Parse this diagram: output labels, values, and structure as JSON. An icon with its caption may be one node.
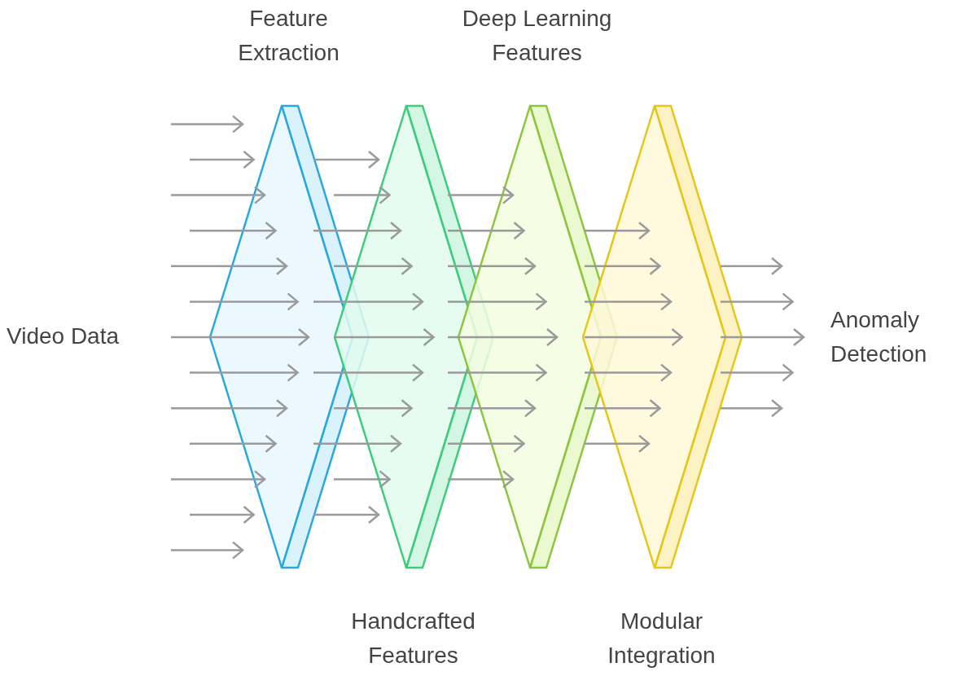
{
  "diagram": {
    "nodes": [
      {
        "text": [
          "Video Data"
        ]
      },
      {
        "text": [
          "Feature Extraction"
        ]
      },
      {
        "text": [
          "Handcrafted Features"
        ]
      },
      {
        "text": [
          "Deep Learning Features"
        ]
      },
      {
        "text": [
          "Modular Integration"
        ]
      },
      {
        "text": [
          "Anomaly Detection"
        ]
      }
    ],
    "edges": [
      {
        "from": null,
        "to": 1,
        "arrow": "to"
      },
      {
        "from": null,
        "to": 1,
        "arrow": "to"
      },
      {
        "from": null,
        "to": 1,
        "arrow": "to"
      },
      {
        "from": null,
        "to": 1,
        "arrow": "to"
      },
      {
        "from": null,
        "to": 1,
        "arrow": "to"
      },
      {
        "from": null,
        "to": 1,
        "arrow": "to"
      },
      {
        "from": null,
        "to": 1,
        "arrow": "to"
      },
      {
        "from": null,
        "to": 1,
        "arrow": "to"
      },
      {
        "from": null,
        "to": 1,
        "arrow": "to"
      },
      {
        "from": null,
        "to": 1,
        "arrow": "to"
      },
      {
        "from": null,
        "to": 1,
        "arrow": "to"
      },
      {
        "from": null,
        "to": 1,
        "arrow": "to"
      },
      {
        "from": null,
        "to": 1,
        "arrow": "to"
      },
      {
        "from": 1,
        "to": 2,
        "arrow": "to"
      },
      {
        "from": 1,
        "to": 2,
        "arrow": "to"
      },
      {
        "from": 1,
        "to": 2,
        "arrow": "to"
      },
      {
        "from": 1,
        "to": 2,
        "arrow": "to"
      },
      {
        "from": 1,
        "to": 2,
        "arrow": "to"
      },
      {
        "from": 1,
        "to": 2,
        "arrow": "to"
      },
      {
        "from": 1,
        "to": 2,
        "arrow": "to"
      },
      {
        "from": 1,
        "to": 2,
        "arrow": "to"
      },
      {
        "from": 1,
        "to": 2,
        "arrow": "to"
      },
      {
        "from": 1,
        "to": 2,
        "arrow": "to"
      },
      {
        "from": 1,
        "to": 2,
        "arrow": "to"
      },
      {
        "from": 2,
        "to": 3,
        "arrow": "to"
      },
      {
        "from": 2,
        "to": 3,
        "arrow": "to"
      },
      {
        "from": 2,
        "to": 3,
        "arrow": "to"
      },
      {
        "from": 2,
        "to": 3,
        "arrow": "to"
      },
      {
        "from": 2,
        "to": 3,
        "arrow": "to"
      },
      {
        "from": 2,
        "to": 3,
        "arrow": "to"
      },
      {
        "from": 2,
        "to": 3,
        "arrow": "to"
      },
      {
        "from": 2,
        "to": 3,
        "arrow": "to"
      },
      {
        "from": 2,
        "to": 3,
        "arrow": "to"
      },
      {
        "from": 3,
        "to": 4,
        "arrow": "to"
      },
      {
        "from": 3,
        "to": 4,
        "arrow": "to"
      },
      {
        "from": 3,
        "to": 4,
        "arrow": "to"
      },
      {
        "from": 3,
        "to": 4,
        "arrow": "to"
      },
      {
        "from": 3,
        "to": 4,
        "arrow": "to"
      },
      {
        "from": 3,
        "to": 4,
        "arrow": "to"
      },
      {
        "from": 3,
        "to": 4,
        "arrow": "to"
      },
      {
        "from": 4,
        "to": null,
        "arrow": "to"
      },
      {
        "from": 4,
        "to": null,
        "arrow": "to"
      },
      {
        "from": 4,
        "to": 5,
        "arrow": "to"
      },
      {
        "from": 4,
        "to": null,
        "arrow": "to"
      },
      {
        "from": 4,
        "to": null,
        "arrow": "to"
      }
    ]
  }
}
